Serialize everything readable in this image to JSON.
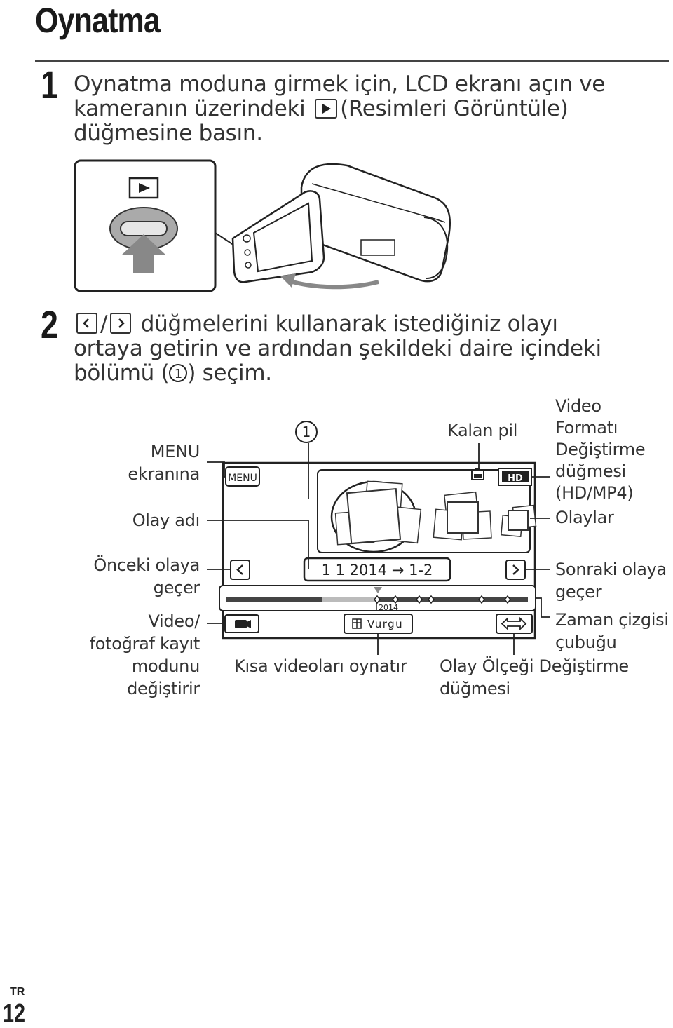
{
  "page": {
    "title": "Oynatma",
    "lang_tag": "TR",
    "page_number": "12"
  },
  "step1": {
    "number": "1",
    "line1": "Oynatma moduna girmek için, LCD ekranı açın ve",
    "line2_before": "kameranın üzerindeki",
    "line2_after": "(Resimleri Görüntüle)",
    "line3": "düğmesine basın."
  },
  "step2": {
    "number": "2",
    "slash": "/",
    "line1": "düğmelerini kullanarak istediğiniz olayı",
    "line2": "ortaya getirin ve ardından şekildeki daire içindeki",
    "line3_before": "bölümü (",
    "circle_num": "1",
    "line3_after": ") seçim."
  },
  "labels": {
    "menu_line1": "MENU",
    "menu_line2": "ekranına",
    "event_name": "Olay adı",
    "prev_line1": "Önceki olaya",
    "prev_line2": "geçer",
    "mode_line1": "Video/",
    "mode_line2": "fotoğraf kayıt",
    "mode_line3": "modunu",
    "mode_line4": "değiştirir",
    "circle_marker": "1",
    "battery": "Kalan pil",
    "vf_line1": "Video",
    "vf_line2": "Formatı",
    "vf_line3": "Değiştirme",
    "vf_line4": "düğmesi",
    "vf_line5": "(HD/MP4)",
    "events": "Olaylar",
    "next_line1": "Sonraki olaya",
    "next_line2": "geçer",
    "timeline_line1": "Zaman çizgisi",
    "timeline_line2": "çubuğu",
    "highlight_play": "Kısa videoları oynatır",
    "scale_line1": "Olay Ölçeği Değiştirme",
    "scale_line2": "düğmesi"
  },
  "screen": {
    "menu_button": "MENU",
    "hd_badge": "HD",
    "date_range": "1 1 2014 → 1-2",
    "year": "2014",
    "highlight_button": "Vurgu"
  }
}
